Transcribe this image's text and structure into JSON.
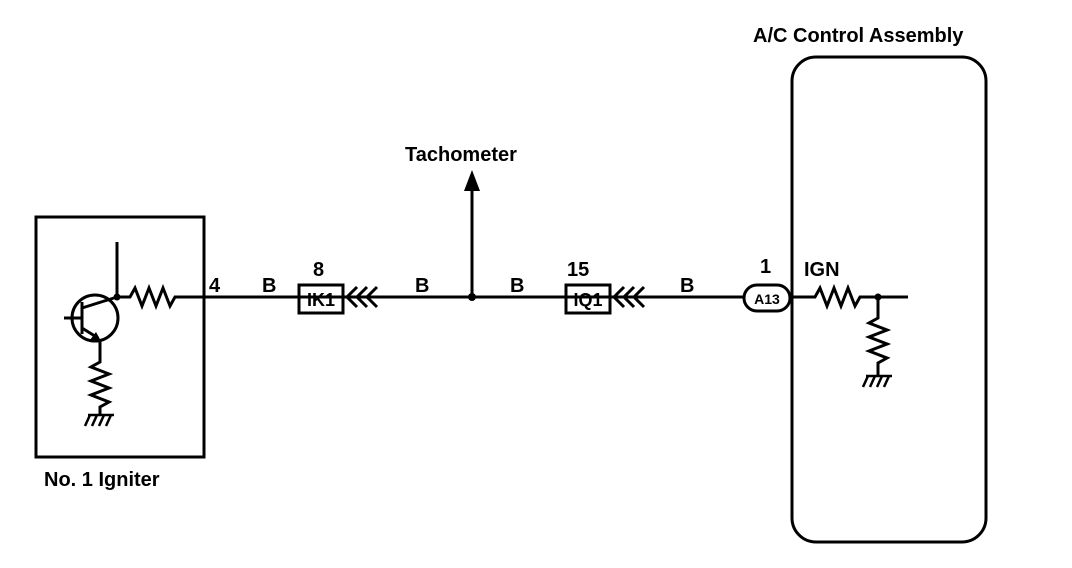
{
  "components": {
    "igniter": {
      "label": "No. 1 Igniter",
      "pin": "4"
    },
    "ac_control": {
      "label": "A/C Control Assembly",
      "pin": "1",
      "connector": "A13",
      "terminal": "IGN"
    }
  },
  "connectors": [
    {
      "id": "IK1",
      "pin": "8"
    },
    {
      "id": "IQ1",
      "pin": "15"
    }
  ],
  "wire_color_labels": [
    "B",
    "B",
    "B",
    "B"
  ],
  "branch": {
    "label": "Tachometer"
  },
  "colors": {
    "line": "#000000",
    "background": "#ffffff"
  }
}
